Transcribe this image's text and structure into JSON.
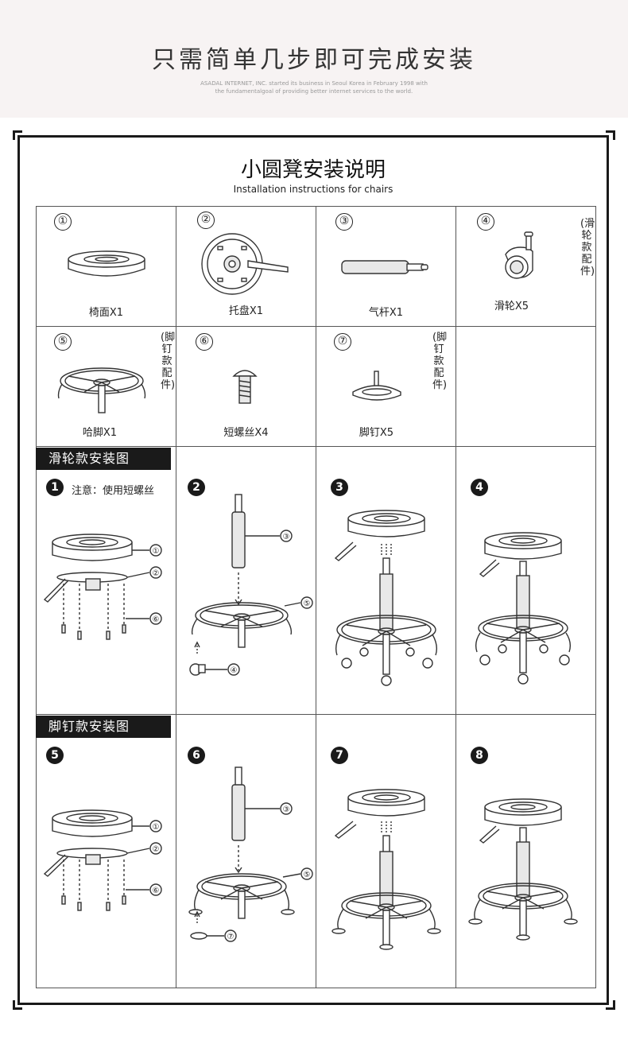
{
  "header": {
    "title": "只需简单几步即可完成安装",
    "subtitle_line1": "ASADAL INTERNET, INC. started its business in Seoul Korea in February 1998 with",
    "subtitle_line2": "the fundamentalgoal of providing better internet services to the world."
  },
  "instructions": {
    "title": "小圆凳安装说明",
    "subtitle": "Installation instructions for chairs"
  },
  "parts": [
    {
      "num": "①",
      "label": "椅面X1"
    },
    {
      "num": "②",
      "label": "托盘X1"
    },
    {
      "num": "③",
      "label": "气杆X1"
    },
    {
      "num": "④",
      "label": "滑轮X5",
      "note": "(滑轮款配件)"
    },
    {
      "num": "⑤",
      "label": "哈脚X1",
      "note": "(脚钉款配件)"
    },
    {
      "num": "⑥",
      "label": "短螺丝X4"
    },
    {
      "num": "⑦",
      "label": "脚钉X5",
      "note": "(脚钉款配件)"
    }
  ],
  "wheel_section": {
    "heading": "滑轮款安装图",
    "note": "注意：使用短螺丝",
    "steps": [
      "1",
      "2",
      "3",
      "4"
    ]
  },
  "foot_section": {
    "heading": "脚钉款安装图",
    "steps": [
      "5",
      "6",
      "7",
      "8"
    ]
  },
  "callouts": {
    "c1": "①",
    "c2": "②",
    "c3": "③",
    "c4": "④",
    "c5": "⑤",
    "c6": "⑥",
    "c7": "⑦"
  }
}
